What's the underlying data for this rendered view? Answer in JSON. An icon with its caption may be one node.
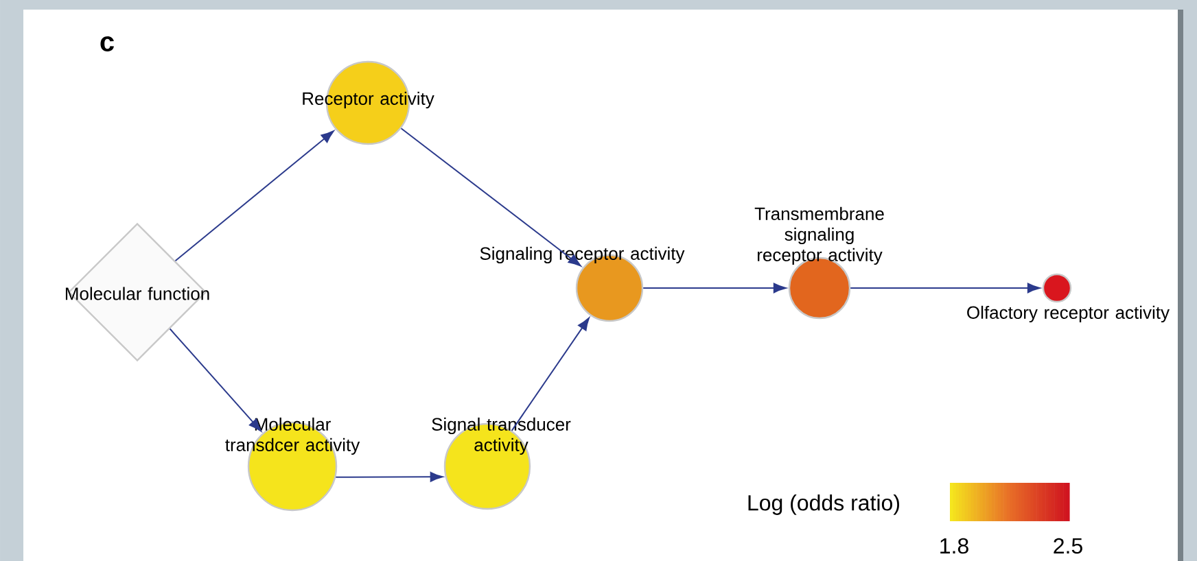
{
  "diagram": {
    "nodes": [
      {
        "text": [
          "Receptor activity"
        ]
      },
      {
        "text": [
          "Molecular function"
        ]
      },
      {
        "text": [
          "Signaling receptor activity"
        ]
      },
      {
        "text": [
          "Transmembrane signaling receptor activity"
        ]
      },
      {
        "text": [
          "Olfactory receptor activity"
        ]
      },
      {
        "text": [
          "Molecular transdcer activity"
        ]
      },
      {
        "text": [
          "Signal transducer activity"
        ]
      }
    ],
    "edges": [
      {
        "from": 1,
        "to": 0,
        "arrow": "to"
      },
      {
        "from": 1,
        "to": 5,
        "arrow": "to"
      },
      {
        "from": 0,
        "to": 2,
        "arrow": "to"
      },
      {
        "from": 5,
        "to": 6,
        "arrow": "to"
      },
      {
        "from": 6,
        "to": 2,
        "arrow": "to"
      },
      {
        "from": 2,
        "to": 3,
        "arrow": "to"
      },
      {
        "from": 3,
        "to": 4,
        "arrow": "to"
      }
    ],
    "labels": [
      "c",
      "Log (odds ratio)",
      "1.8",
      "2.5"
    ]
  }
}
